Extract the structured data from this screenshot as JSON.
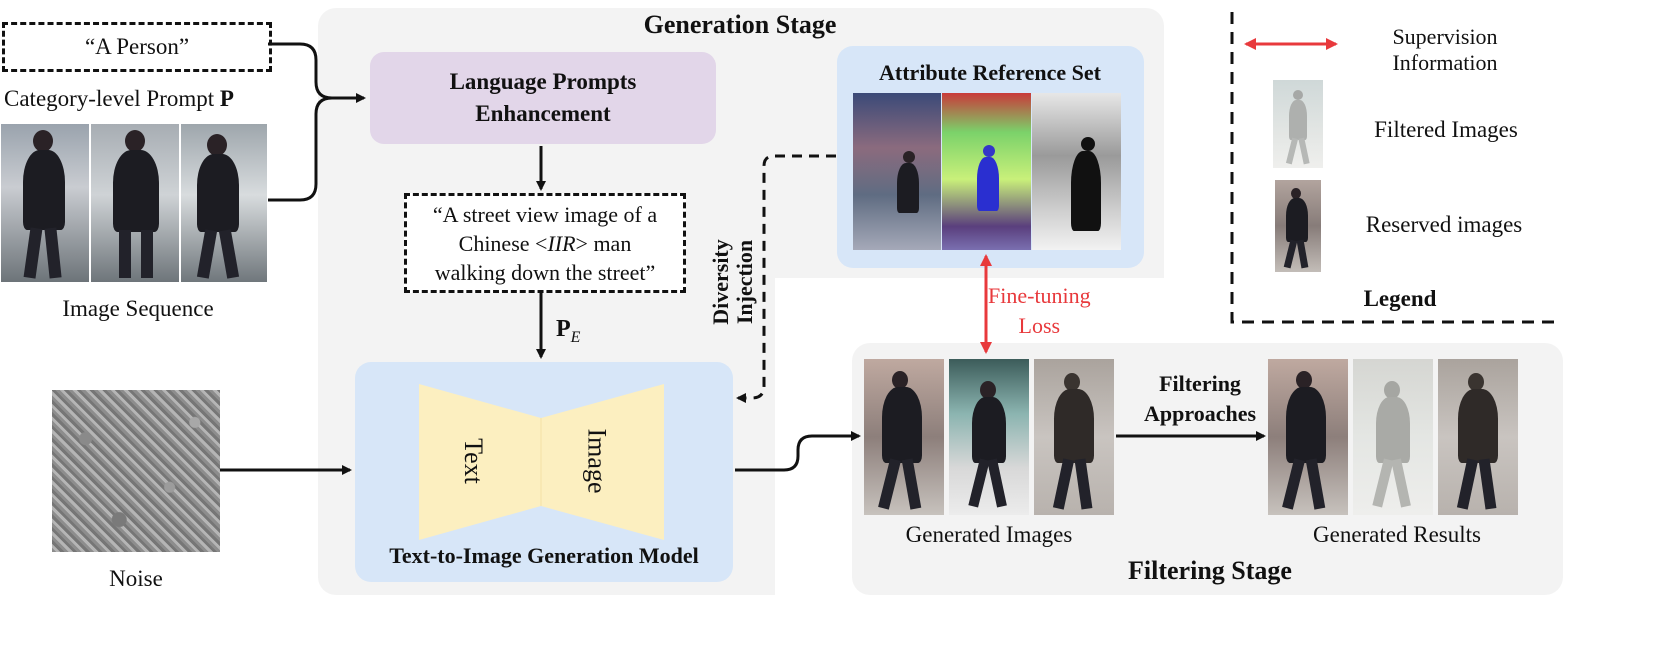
{
  "inputs": {
    "category_prompt_text": "“A Person”",
    "category_prompt_label": "Category-level Prompt",
    "category_prompt_symbol": "P",
    "image_sequence_label": "Image Sequence",
    "noise_label": "Noise"
  },
  "generation_stage": {
    "title": "Generation Stage",
    "language_prompts_box": "Language Prompts Enhancement",
    "enhanced_prompt_line1": "“A street view image of a",
    "enhanced_prompt_line2_pre": "Chinese <",
    "enhanced_prompt_line2_italic": "IIR",
    "enhanced_prompt_line2_post": "> man",
    "enhanced_prompt_line3": "walking down the street”",
    "pe_symbol": "P",
    "pe_subscript": "E",
    "diversity_label_line1": "Diversity",
    "diversity_label_line2": "Injection",
    "attribute_reference_title": "Attribute Reference Set",
    "model_title": "Text-to-Image Generation Model",
    "model_text_half": "Text",
    "model_image_half": "Image"
  },
  "fine_tuning": {
    "line1": "Fine-tuning",
    "line2": "Loss",
    "color": "#e8393c"
  },
  "filtering_stage": {
    "title": "Filtering Stage",
    "generated_images_label": "Generated Images",
    "filtering_line1": "Filtering",
    "filtering_line2": "Approaches",
    "generated_results_label": "Generated Results"
  },
  "legend": {
    "title": "Legend",
    "supervision_line1": "Supervision",
    "supervision_line2": "Information",
    "filtered_images": "Filtered Images",
    "reserved_images": "Reserved images"
  },
  "colors": {
    "stage_bg": "#f3f3f3",
    "blue_box": "#d7e6f8",
    "purple_box": "#e2d6e9",
    "model_fill": "#fcefc0",
    "supervision_arrow": "#e8393c"
  }
}
